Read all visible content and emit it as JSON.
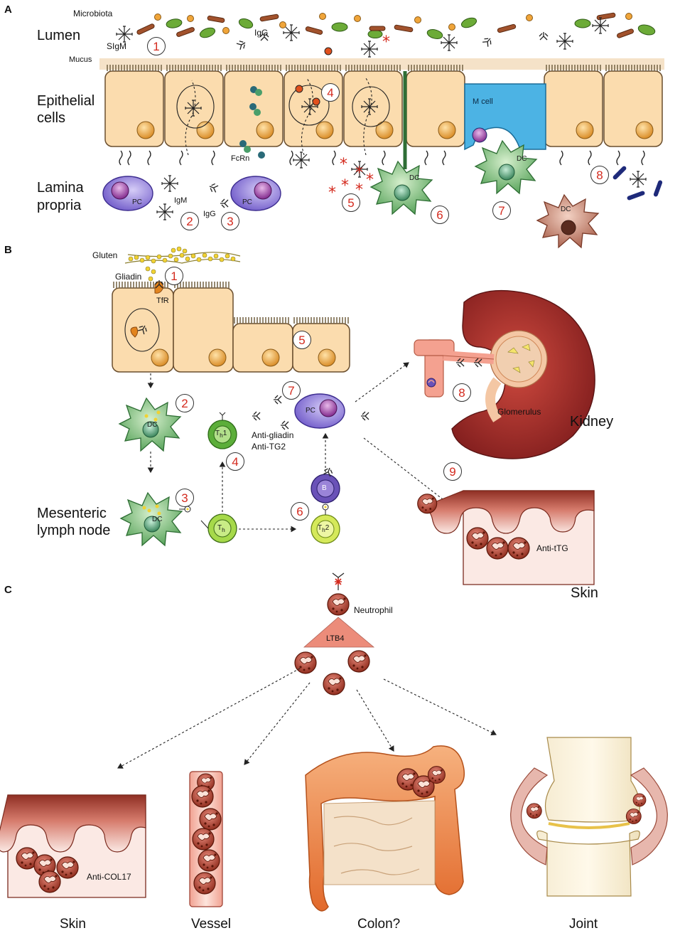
{
  "panels": {
    "a": {
      "letter": "A"
    },
    "b": {
      "letter": "B"
    },
    "c": {
      "letter": "C"
    }
  },
  "panel_a": {
    "region_labels": {
      "lumen": "Lumen",
      "epithelial": "Epithelial\ncells",
      "lamina": "Lamina\npropria"
    },
    "small_labels": {
      "microbiota": "Microbiota",
      "mucus": "Mucus",
      "sigm": "SIgM",
      "igg_top": "IgG",
      "fcrn": "FcRn",
      "igm": "IgM",
      "igg_bottom": "IgG",
      "m_cell": "M cell"
    },
    "cell_labels": {
      "pc": "PC",
      "dc": "DC"
    },
    "step_numbers": [
      "1",
      "2",
      "3",
      "4",
      "5",
      "6",
      "7",
      "8"
    ]
  },
  "panel_b": {
    "labels": {
      "gluten": "Gluten",
      "gliadin": "Gliadin",
      "tfr": "TfR",
      "kidney": "Kidney",
      "glomerulus": "Glomerulus",
      "mesenteric": "Mesenteric\nlymph node",
      "anti_gliadin": "Anti-gliadin",
      "anti_tg2": "Anti-TG2",
      "anti_ttg": "Anti-tTG",
      "skin": "Skin"
    },
    "cell_labels": {
      "dc": "DC",
      "pc": "PC",
      "b": "B",
      "th": "T",
      "th_sub": "h",
      "th1_sub": "h",
      "th1_num": "1",
      "th2_num": "2"
    },
    "step_numbers": [
      "1",
      "2",
      "3",
      "4",
      "5",
      "6",
      "7",
      "8",
      "9"
    ]
  },
  "panel_c": {
    "labels": {
      "neutrophil": "Neutrophil",
      "ltb4": "LTB4",
      "anti_col17": "Anti-COL17"
    },
    "targets": [
      "Skin",
      "Vessel",
      "Colon?",
      "Joint"
    ]
  },
  "colors": {
    "epithelium": "#fbdcae",
    "nucleus": "#e89a2c",
    "pc": "#8e79d8",
    "dc": "#5da860",
    "m_cell": "#4cb3e4",
    "neutrophil": "#a43a26",
    "number_red": "#d42a1e",
    "kidney": "#b83a3a",
    "tissue_top": "#9a3a2c"
  }
}
